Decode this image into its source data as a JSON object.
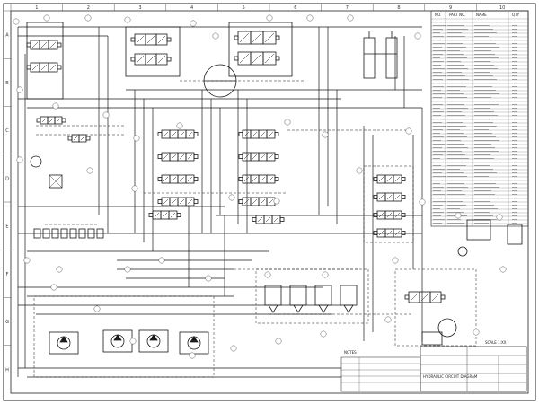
{
  "sheet": {
    "scale_label": "SCALE 1:XX",
    "bom_header": [
      "NO.",
      "PART NO.",
      "NAME",
      "QTY"
    ],
    "notes_label": "NOTES",
    "zone_numbers_top": [
      "1",
      "2",
      "3",
      "4",
      "5",
      "6",
      "7",
      "8",
      "9",
      "10"
    ],
    "zone_letters_side": [
      "A",
      "B",
      "C",
      "D",
      "E",
      "F",
      "G",
      "H"
    ]
  },
  "title_block": {
    "company": "",
    "title": "HYDRAULIC CIRCUIT DIAGRAM",
    "drawing_no": ""
  },
  "colors": {
    "ink": "#1a1a1a",
    "paper": "#ffffff",
    "grid": "#555555"
  }
}
